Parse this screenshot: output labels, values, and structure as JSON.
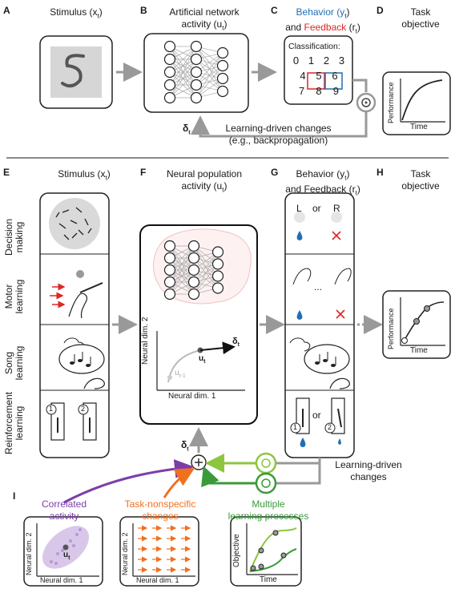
{
  "panels": {
    "A": {
      "letter": "A",
      "title": "Stimulus (x",
      "sub": "t",
      "close": ")"
    },
    "B": {
      "letter": "B",
      "title_line1": "Artificial network",
      "title_line2": "activity (u",
      "sub": "t",
      "close": ")"
    },
    "C": {
      "letter": "C",
      "behavior": "Behavior (y",
      "sub_y": "t",
      "and": ") and ",
      "feedback": "Feedback",
      "r": " (r",
      "sub_r": "t",
      "close": ")",
      "classification": "Classification:",
      "digits": [
        "0",
        "1",
        "2",
        "3",
        "4",
        "5",
        "6",
        "7",
        "8",
        "9"
      ]
    },
    "D": {
      "letter": "D",
      "title_line1": "Task",
      "title_line2": "objective",
      "ylabel": "Performance",
      "xlabel": "Time"
    },
    "top_feedback": {
      "delta": "δ",
      "delta_sub": "t",
      "line1": "Learning-driven changes",
      "line2": "(e.g., backpropagation)"
    },
    "E": {
      "letter": "E",
      "title": "Stimulus (x",
      "sub": "t",
      "close": ")",
      "rows": [
        "Decision making",
        "Motor learning",
        "Song learning",
        "Reinforcement learning"
      ]
    },
    "F": {
      "letter": "F",
      "title_line1": "Neural population",
      "title_line2": "activity (u",
      "sub": "t",
      "close": ")",
      "ylabel": "Neural dim. 2",
      "xlabel": "Neural dim. 1",
      "delta": "δ",
      "delta_sub": "t",
      "u": "u",
      "u_sub": "t",
      "u_prev": "u",
      "u_prev_sub": "t-1"
    },
    "G": {
      "letter": "G",
      "title_line1": "Behavior (y",
      "sub_y": "t",
      "line2_pre": "and Feedback (r",
      "sub_r": "t",
      "close": ")",
      "left": "L",
      "or": "or",
      "right": "R",
      "dots": "...",
      "or2": "or",
      "one": "1",
      "two": "2"
    },
    "H": {
      "letter": "H",
      "title_line1": "Task",
      "title_line2": "objective",
      "ylabel": "Performance",
      "xlabel": "Time"
    },
    "bottom_feedback": {
      "delta": "δ",
      "delta_sub": "t",
      "line1": "Learning-driven",
      "line2": "changes"
    },
    "I": {
      "letter": "I",
      "correlated_line1": "Correlated",
      "correlated_line2": "activity",
      "nonspecific_line1": "Task-nonspecific",
      "nonspecific_line2": "changes",
      "multiple_line1": "Multiple",
      "multiple_line2": "learning processes",
      "dim2": "Neural dim. 2",
      "dim1": "Neural dim. 1",
      "u": "u",
      "u_sub": "t",
      "objective": "Objective",
      "time": "Time"
    }
  },
  "colors": {
    "purple": "#7b3ea8",
    "orange": "#f07020",
    "green": "#3a9a3a",
    "lightgreen": "#8cc63f",
    "blue": "#1f6fb6",
    "red": "#e02424",
    "gray": "#a0a0a0"
  }
}
